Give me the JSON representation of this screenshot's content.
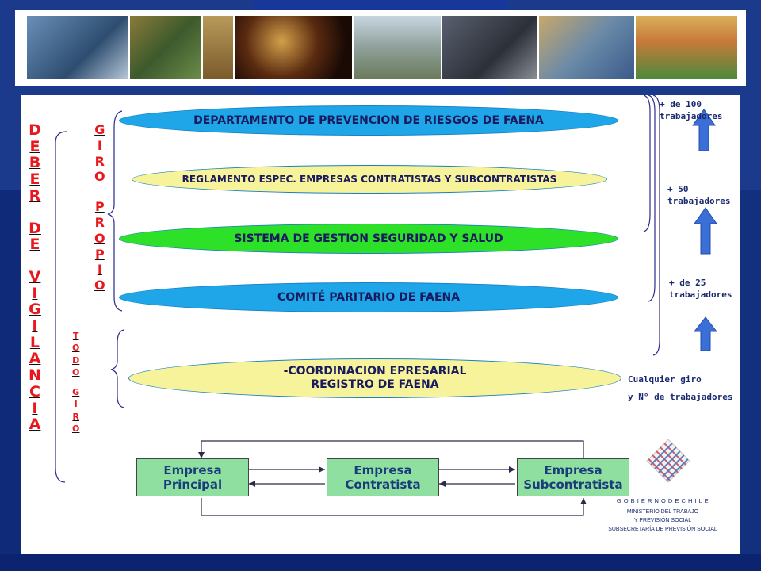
{
  "photos": [
    "camera-crew-photo",
    "classroom-photo",
    "doorway-photo",
    "miners-photo",
    "garbage-truck-photo",
    "miner-statue-photo",
    "fish-market-photo",
    "asparagus-workers-photo"
  ],
  "ellipses": [
    {
      "text": "DEPARTAMENTO DE PREVENCION DE RIESGOS DE FAENA"
    },
    {
      "text": "REGLAMENTO ESPEC. EMPRESAS CONTRATISTAS Y SUBCONTRATISTAS"
    },
    {
      "text": "SISTEMA DE GESTION SEGURIDAD Y SALUD"
    },
    {
      "text": "COMITÉ PARITARIO DE FAENA"
    },
    {
      "line1": "-COORDINACION EPRESARIAL",
      "line2": "REGISTRO DE FAENA"
    }
  ],
  "deber": [
    "D",
    "E",
    "B",
    "E",
    "R",
    "",
    "D",
    "E",
    "",
    "V",
    "I",
    "G",
    "I",
    "L",
    "A",
    "N",
    "C",
    "I",
    "A"
  ],
  "giro_propio": [
    "G",
    "I",
    "R",
    "O",
    "",
    "P",
    "R",
    "O",
    "P",
    "I",
    "O"
  ],
  "todo_giro": [
    "T",
    "O",
    "D",
    "O",
    "",
    "G",
    "I",
    "R",
    "O"
  ],
  "thresholds": [
    {
      "line1": "+ de 100",
      "line2": "trabajadores"
    },
    {
      "line1": "+ 50",
      "line2": "trabajadores"
    },
    {
      "line1": "+ de 25",
      "line2": "trabajadores"
    }
  ],
  "any": {
    "line1": "Cualquier giro",
    "line2": "y N° de trabajadores"
  },
  "boxes": [
    {
      "line1": "Empresa",
      "line2": "Principal"
    },
    {
      "line1": "Empresa",
      "line2": "Contratista"
    },
    {
      "line1": "Empresa",
      "line2": "Subcontratista"
    }
  ],
  "gov": {
    "line1": "G O B I E R N O  D E  C H I L E",
    "line2": "MINISTERIO DEL TRABAJO",
    "line3": "Y PREVISIÓN SOCIAL",
    "line4": "SUBSECRETARÍA DE PREVISIÓN SOCIAL"
  },
  "colors": {
    "blue_ellipse": "#1ea6e8",
    "yellow_ellipse": "#f7f39a",
    "green_ellipse": "#2de028",
    "box_fill": "#8fe0a0",
    "vertical_text": "#e8191e",
    "arrow": "#3a6fd8"
  }
}
